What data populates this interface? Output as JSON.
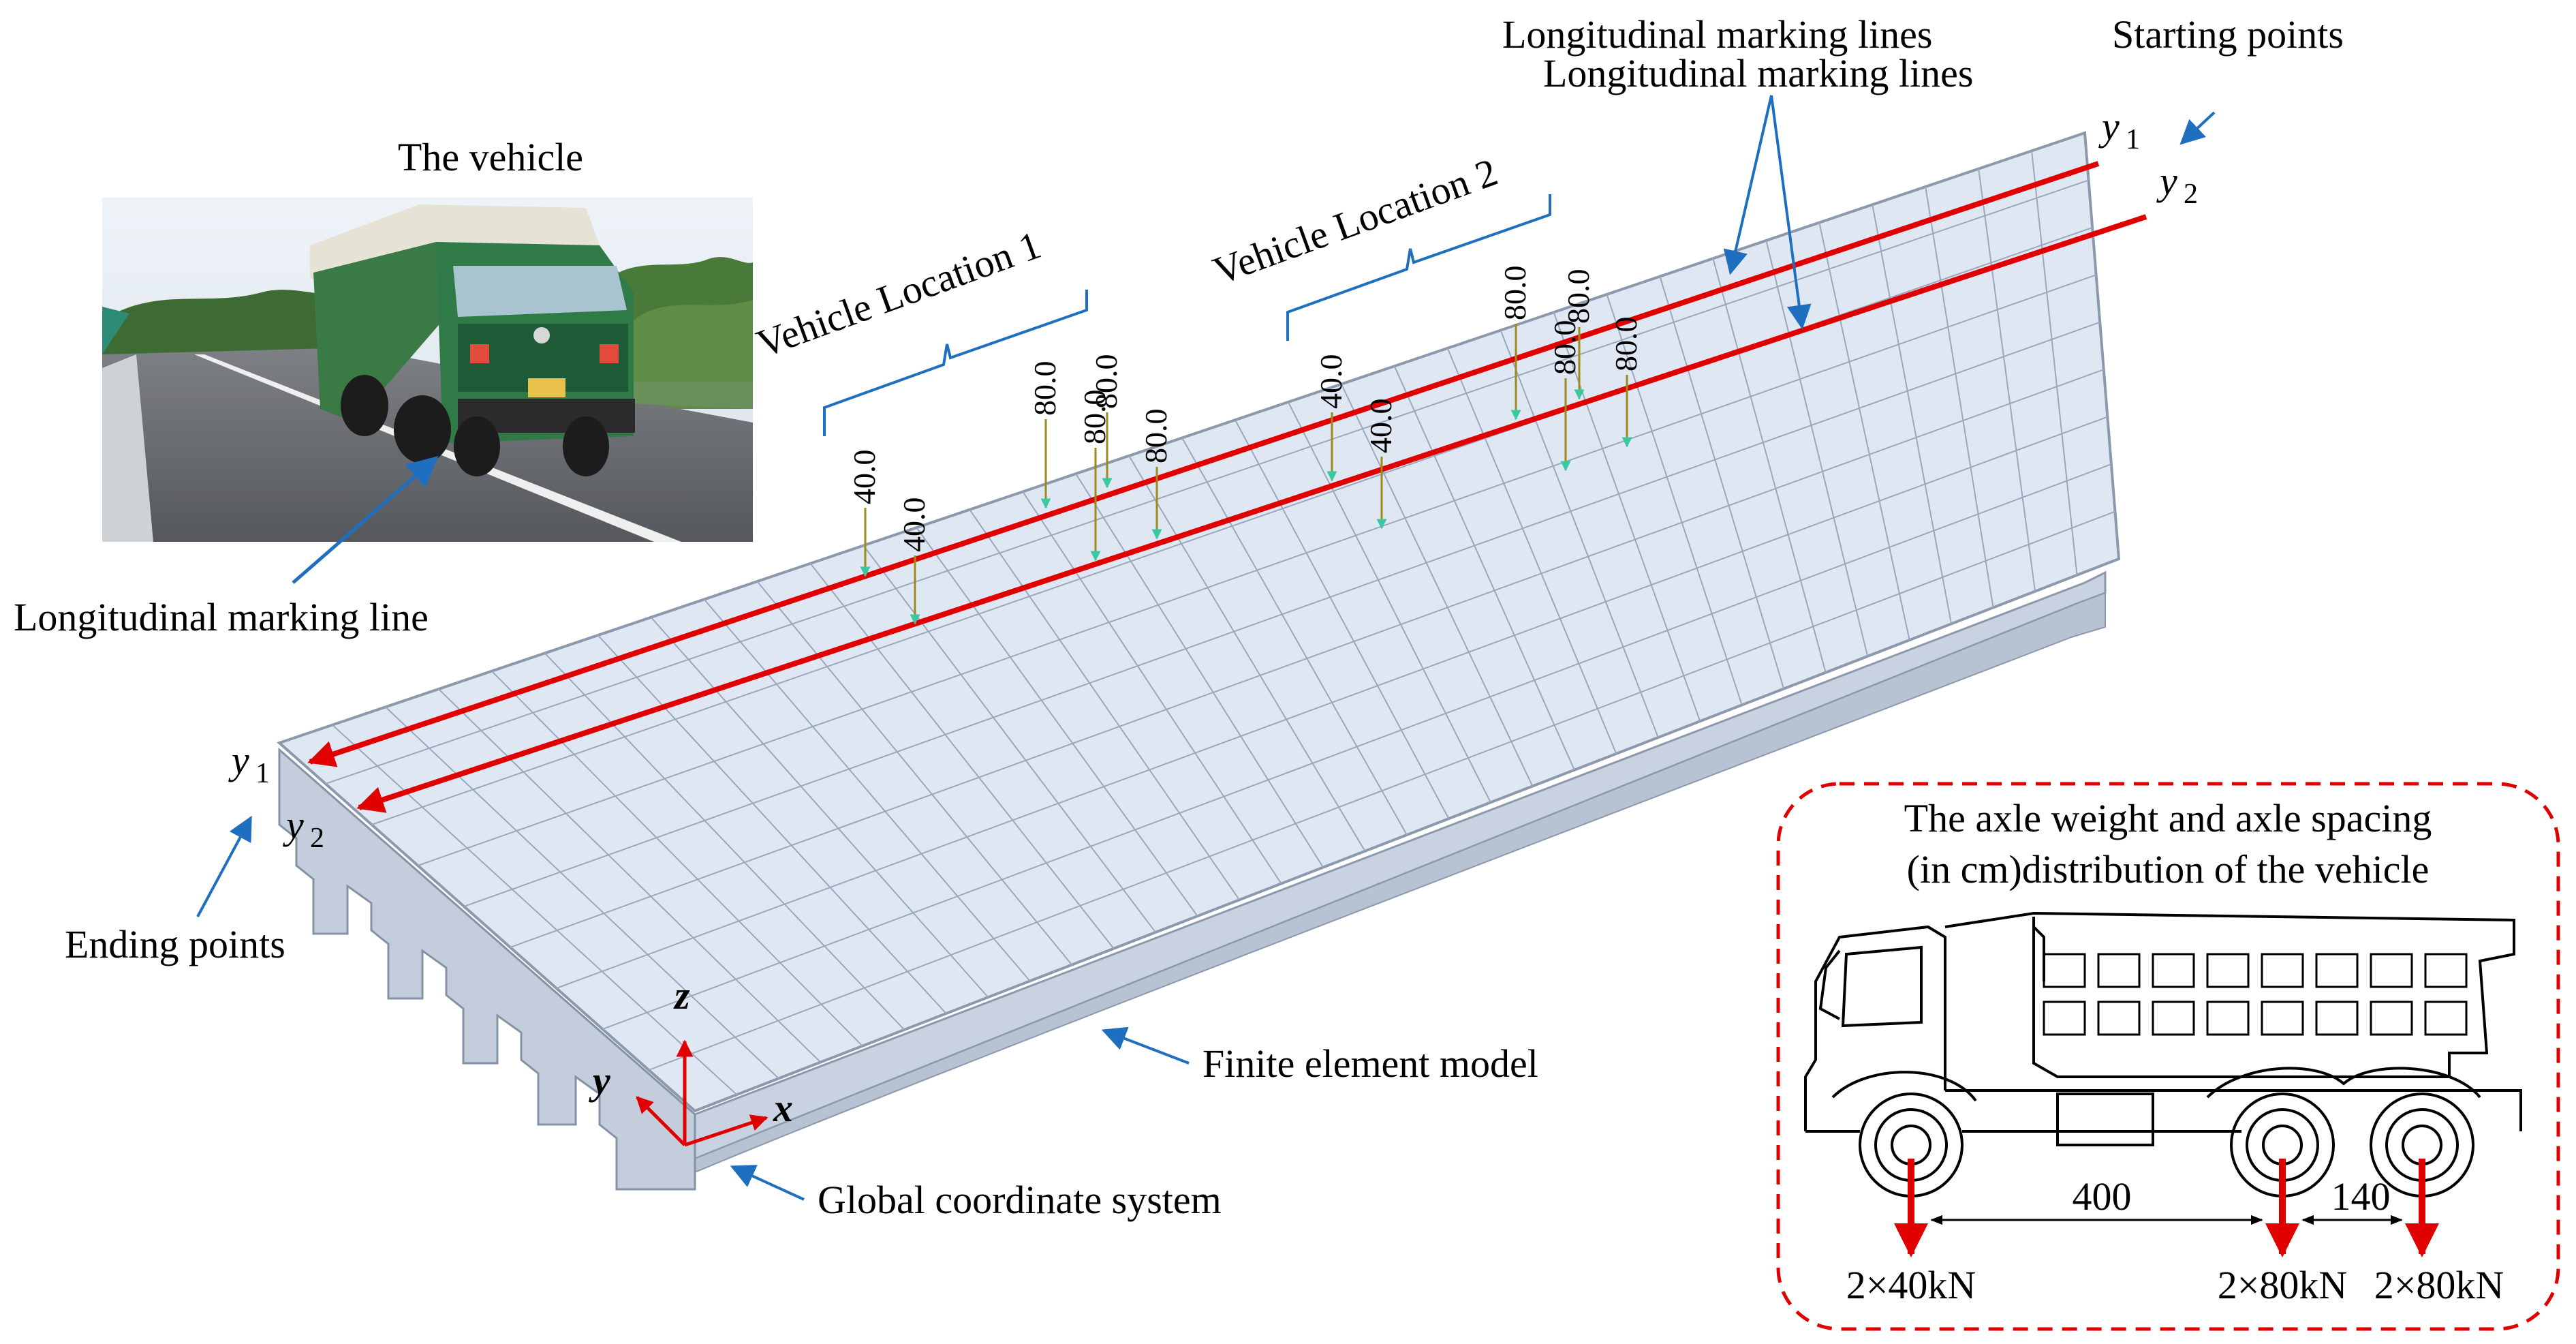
{
  "annotations": {
    "the_vehicle": "The vehicle",
    "longitudinal_marking_line": "Longitudinal marking line",
    "longitudinal_marking_lines_1": "Longitudinal marking lines",
    "longitudinal_marking_lines_2": "Longitudinal marking lines",
    "starting_points": "Starting points",
    "ending_points": "Ending points",
    "vehicle_location_1": "Vehicle Location 1",
    "vehicle_location_2": "Vehicle Location 2",
    "finite_element_model": "Finite element model",
    "global_coordinate_system": "Global coordinate system"
  },
  "line_labels": {
    "y1": "y",
    "y1_sub": "1",
    "y2": "y",
    "y2_sub": "2"
  },
  "axes": {
    "x": "x",
    "y": "y",
    "z": "z"
  },
  "loads_location_1": [
    "40.0",
    "40.0",
    "80.0",
    "80.0",
    "80.0",
    "80.0"
  ],
  "loads_location_2": [
    "40.0",
    "40.0",
    "80.0",
    "80.0",
    "80.0",
    "80.0"
  ],
  "truck_box": {
    "title_line1": "The axle weight and axle spacing",
    "title_line2": "(in cm)distribution of the vehicle",
    "spacing_1": "400",
    "spacing_2": "140",
    "axle_load_1": "2×40kN",
    "axle_load_2": "2×80kN",
    "axle_load_3": "2×80kN"
  },
  "colors": {
    "marking_line": "#e00000",
    "pointer": "#1f6fc1",
    "deck": "#dfe7f3",
    "deck_grid": "#9aa8bc",
    "load_arrow": "#9c8a1a",
    "load_tip": "#38c9a0",
    "axle_arrow": "#e00000",
    "box_border": "#e00000"
  }
}
